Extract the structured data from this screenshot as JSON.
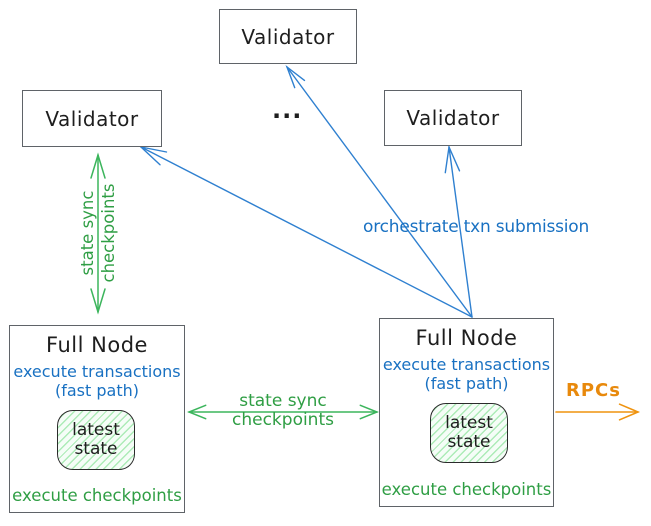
{
  "validators": [
    {
      "label": "Validator"
    },
    {
      "label": "Validator"
    },
    {
      "label": "Validator"
    }
  ],
  "ellipsis": "...",
  "full_nodes": [
    {
      "title": "Full Node",
      "exec_line1": "execute transactions",
      "exec_line2": "(fast path)",
      "state": {
        "line1": "latest",
        "line2": "state"
      },
      "footer": "execute checkpoints"
    },
    {
      "title": "Full Node",
      "exec_line1": "execute transactions",
      "exec_line2": "(fast path)",
      "state": {
        "line1": "latest",
        "line2": "state"
      },
      "footer": "execute checkpoints"
    }
  ],
  "edges": {
    "vertical_state_sync": {
      "line1": "state sync",
      "line2": "checkpoints"
    },
    "horizontal_state_sync": {
      "line1": "state sync",
      "line2": "checkpoints"
    },
    "orchestrate": {
      "label": "orchestrate txn submission"
    },
    "rpcs": {
      "label": "RPCs"
    }
  },
  "colors": {
    "text_black": "#1e1e1e",
    "box_border_gray": "#5f6368",
    "blue": "#1971c2",
    "green_text": "#2f9e44",
    "green_line": "#3cb55c",
    "orange": "#e8890c",
    "state_fill_green": "#b2f2bb"
  }
}
